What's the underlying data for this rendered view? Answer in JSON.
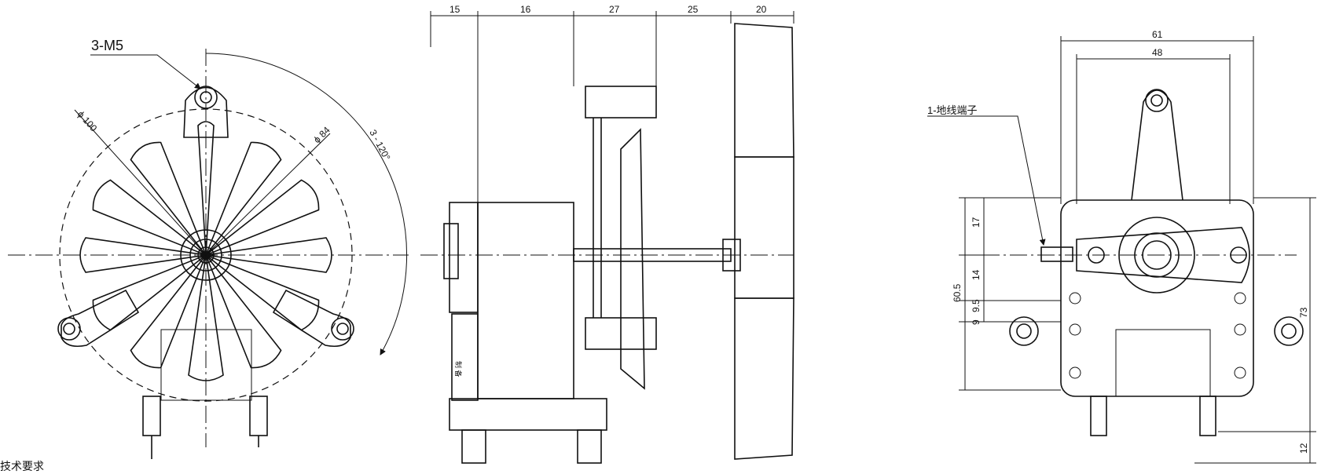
{
  "front_view": {
    "mount_holes_label": "3-M5",
    "bolt_circle_label": "ϕ 100",
    "inner_circle_label": "ϕ 84",
    "angle_label": "3 - 120°"
  },
  "side_view": {
    "top_dims": [
      "15",
      "16",
      "27",
      "25",
      "20"
    ],
    "label_stamp": "制  备"
  },
  "rear_view": {
    "width_outer": "61",
    "width_inner": "48",
    "ground_terminal_label": "1-地线端子",
    "left_dims": [
      "17",
      "14",
      "9.5",
      "9"
    ],
    "height_left": "60.5",
    "height_right": "73",
    "bottom_dim": "12"
  },
  "footer_note": "技术要求"
}
